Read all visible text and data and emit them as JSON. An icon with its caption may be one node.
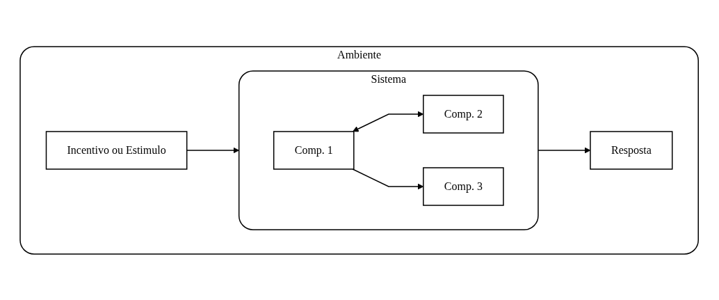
{
  "diagram": {
    "nodes": [
      {
        "text": [
          "Ambiente"
        ]
      },
      {
        "text": [
          "Incentivo ou Estimulo"
        ],
        "in": 0
      },
      {
        "text": [
          "Sistema"
        ],
        "in": 0
      },
      {
        "text": [
          "Comp. 1"
        ],
        "in": 2
      },
      {
        "text": [
          "Comp. 2"
        ],
        "in": 2
      },
      {
        "text": [
          "Comp. 3"
        ],
        "in": 2
      },
      {
        "text": [
          "Resposta"
        ],
        "in": 0
      }
    ],
    "edges": [
      {
        "from": 1,
        "to": 2,
        "arrow": "to"
      },
      {
        "from": 3,
        "to": 4,
        "arrow": "both"
      },
      {
        "from": 3,
        "to": 5,
        "arrow": "to"
      },
      {
        "from": 2,
        "to": 6,
        "arrow": "to"
      }
    ]
  }
}
